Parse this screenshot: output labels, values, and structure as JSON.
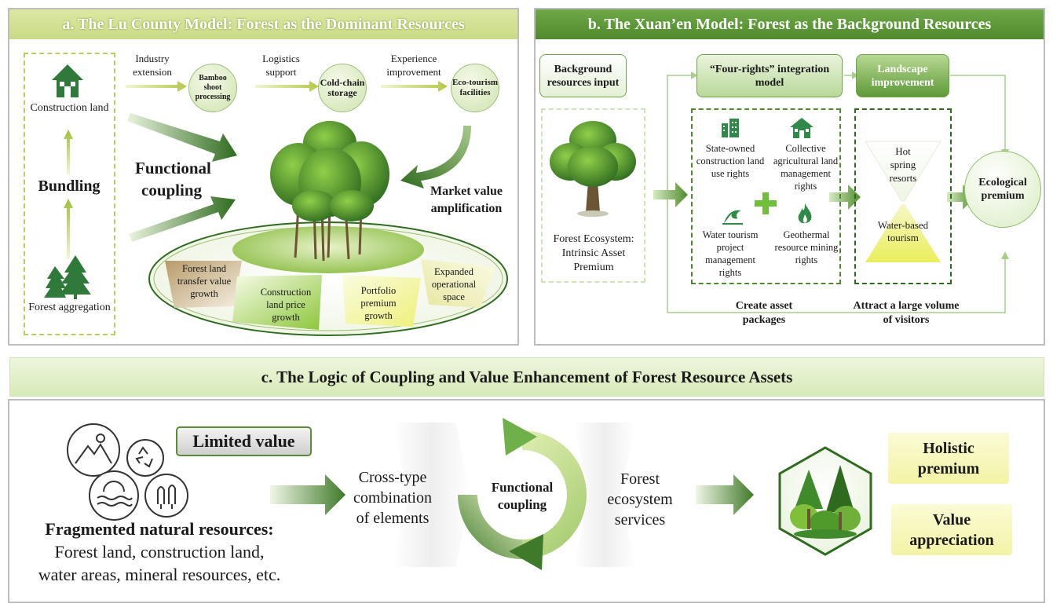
{
  "panel_a": {
    "title": "a. The Lu County Model: Forest as the Dominant Resources",
    "construction_land": "Construction land",
    "forest_aggregation": "Forest aggregation",
    "bundling": "Bundling",
    "functional_coupling_line1": "Functional",
    "functional_coupling_line2": "coupling",
    "market_value_line1": "Market value",
    "market_value_line2": "amplification",
    "chain": [
      {
        "label": "Industry extension",
        "node": "Bamboo shoot processing"
      },
      {
        "label": "Logistics support",
        "node": "Cold-chain storage"
      },
      {
        "label": "Experience improvement",
        "node": "Eco-tourism facilities"
      }
    ],
    "growth": [
      "Forest land transfer value growth",
      "Construction land price growth",
      "Portfolio premium growth",
      "Expanded operational space"
    ]
  },
  "panel_b": {
    "title": "b. The Xuan’en Model: Forest as the Background Resources",
    "input_box": "Background resources input",
    "integration_box": "“Four-rights” integration model",
    "landscape_box": "Landscape improvement",
    "forest_ecosystem": "Forest Ecosystem: Intrinsic Asset Premium",
    "rights": [
      "State-owned construction land use rights",
      "Collective agricultural land management rights",
      "Water tourism project management rights",
      "Geothermal resource mining rights"
    ],
    "hot_spring": "Hot spring resorts",
    "water_tourism": "Water-based tourism",
    "ecological_premium": "Ecological premium",
    "create_packages": "Create asset packages",
    "attract_visitors": "Attract a large volume of visitors"
  },
  "panel_c": {
    "title": "c. The Logic of Coupling and Value Enhancement of Forest Resource Assets",
    "limited_value": "Limited value",
    "fragmented_title": "Fragmented natural resources:",
    "fragmented_line2": "Forest land, construction land,",
    "fragmented_line3": "water areas, mineral resources, etc.",
    "cross_type": "Cross-type combination of elements",
    "functional_coupling": "Functional coupling",
    "forest_services": "Forest ecosystem services",
    "holistic": "Holistic premium",
    "appreciation": "Value appreciation"
  },
  "colors": {
    "dark_green": "#2f6b1f",
    "header_a": "#d6e49a",
    "header_b": "#5f9a3b",
    "header_c": "#e2efc8"
  }
}
